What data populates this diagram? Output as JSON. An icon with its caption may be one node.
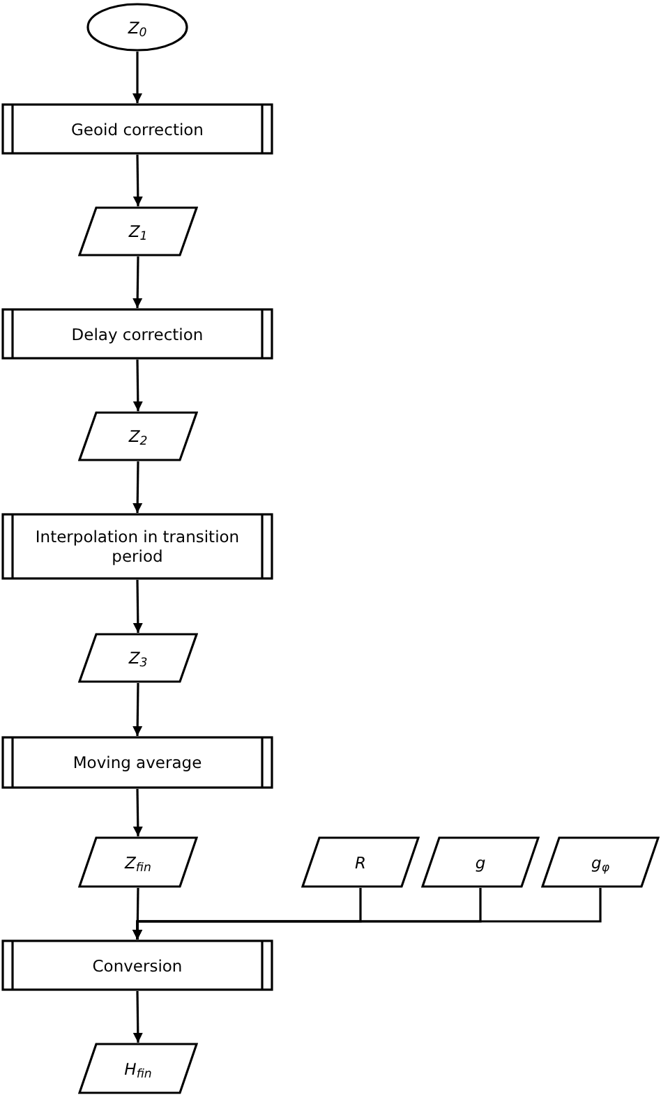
{
  "diagram": {
    "nodes": [
      {
        "text": [
          "Z$_{0}$"
        ]
      },
      {
        "text": [
          "Geoid correction"
        ]
      },
      {
        "text": [
          "Z$_{1}$"
        ]
      },
      {
        "text": [
          "Delay correction"
        ]
      },
      {
        "text": [
          "Z$_{2}$"
        ]
      },
      {
        "text": [
          "Interpolation in transition period"
        ]
      },
      {
        "text": [
          "Z$_{3}$"
        ]
      },
      {
        "text": [
          "Moving average"
        ]
      },
      {
        "text": [
          "Z$_{fin}$"
        ]
      },
      {
        "text": [
          "R"
        ]
      },
      {
        "text": [
          "g"
        ]
      },
      {
        "text": [
          "g$_{φ}$"
        ]
      },
      {
        "text": [
          "Conversion"
        ]
      },
      {
        "text": [
          "H$_{fin}$"
        ]
      }
    ],
    "edges": [
      {
        "from": 0,
        "to": 1,
        "arrow": "to"
      },
      {
        "from": 1,
        "to": 2,
        "arrow": "to"
      },
      {
        "from": 2,
        "to": 3,
        "arrow": "to"
      },
      {
        "from": 3,
        "to": 4,
        "arrow": "to"
      },
      {
        "from": 4,
        "to": 5,
        "arrow": "to"
      },
      {
        "from": 5,
        "to": 6,
        "arrow": "to"
      },
      {
        "from": 6,
        "to": 7,
        "arrow": "to"
      },
      {
        "from": 7,
        "to": 8,
        "arrow": "to"
      },
      {
        "from": 8,
        "to": 12,
        "arrow": "to"
      },
      {
        "from": 9,
        "to": 12,
        "arrow": "to"
      },
      {
        "from": 10,
        "to": 12,
        "arrow": "to"
      },
      {
        "from": 11,
        "to": 12,
        "arrow": "to"
      },
      {
        "from": 12,
        "to": 13,
        "arrow": "to"
      }
    ]
  }
}
